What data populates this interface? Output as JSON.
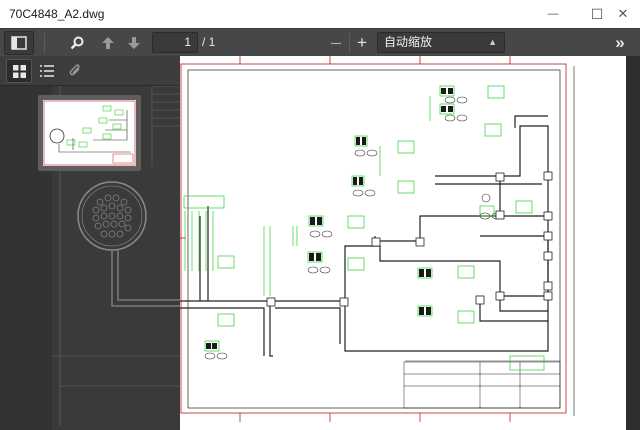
{
  "window": {
    "title": "70C4848_A2.dwg",
    "minimize_glyph": "—",
    "maximize_glyph": "☐",
    "close_glyph": "✕"
  },
  "toolbar": {
    "page_current": "1",
    "page_total": "/ 1",
    "zoom_out_glyph": "—",
    "zoom_in_glyph": "+",
    "zoom_value": "自动缩放",
    "more_glyph": "»"
  },
  "sidebar": {
    "views": [
      "thumbnail-view",
      "outline-view",
      "attachments-view"
    ]
  },
  "icons": {
    "sidebar_toggle": "sidebar-toggle-icon",
    "search": "search-icon",
    "prev": "arrow-up-icon",
    "next": "arrow-down-icon",
    "more": "double-chevron-right-icon"
  },
  "colors": {
    "toolbar_bg": "#474747",
    "sidebar_bg": "#333333",
    "viewer_bg": "#404040",
    "drawing_green": "#2bd12b",
    "frame_red": "#c21a1a",
    "line_dark": "#222222"
  }
}
